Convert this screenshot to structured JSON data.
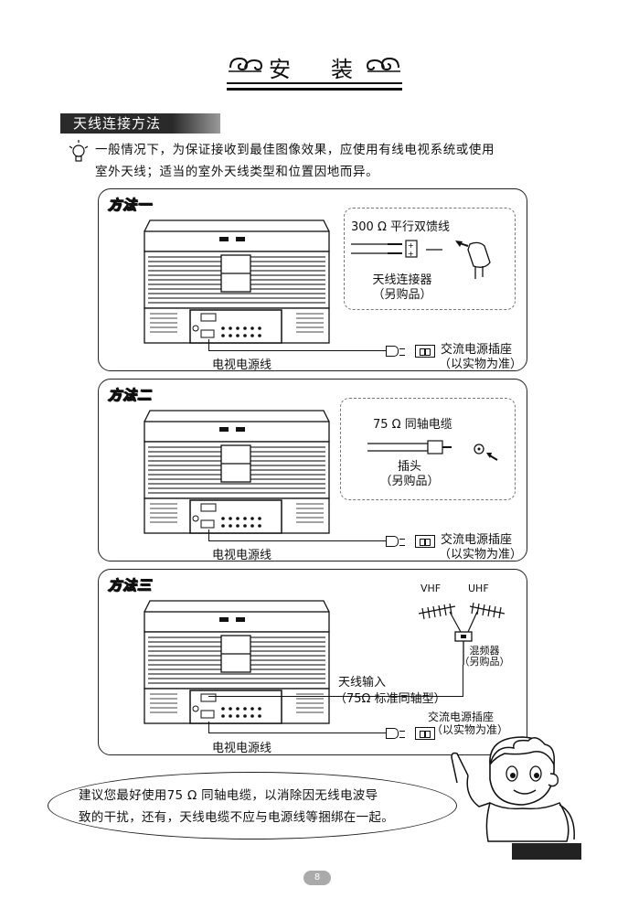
{
  "header": {
    "title_part1": "安",
    "title_part2": "装"
  },
  "section": {
    "label": "天线连接方法"
  },
  "intro": {
    "line1": "一般情况下，为保证接收到最佳图像效果，应使用有线电视系统或使用",
    "line2": "室外天线；适当的室外天线类型和位置因地而异。"
  },
  "methods": [
    {
      "title": "方法一",
      "feeder_label": "300 Ω 平行双馈线",
      "connector_label": "天线连接器",
      "connector_note": "（另购品）",
      "power_cord": "电视电源线",
      "outlet_label": "交流电源插座",
      "outlet_note": "（以实物为准）"
    },
    {
      "title": "方法二",
      "coax_label": "75 Ω 同轴电缆",
      "plug_label": "插头",
      "plug_note": "（另购品）",
      "power_cord": "电视电源线",
      "outlet_label": "交流电源插座",
      "outlet_note": "（以实物为准）"
    },
    {
      "title": "方法三",
      "vhf": "VHF",
      "uhf": "UHF",
      "mixer_label": "混频器",
      "mixer_note": "（另购品）",
      "input_label": "天线输入",
      "input_note": "（75Ω 标准同轴型）",
      "outlet_label": "交流电源插座",
      "outlet_note": "（以实物为准）",
      "power_cord": "电视电源线"
    }
  ],
  "tip": {
    "line1": "建议您最好使用75 Ω 同轴电缆，以消除因无线电波导",
    "line2": "致的干扰，还有，天线电缆不应与电源线等捆绑在一起。"
  },
  "page_number": "8"
}
